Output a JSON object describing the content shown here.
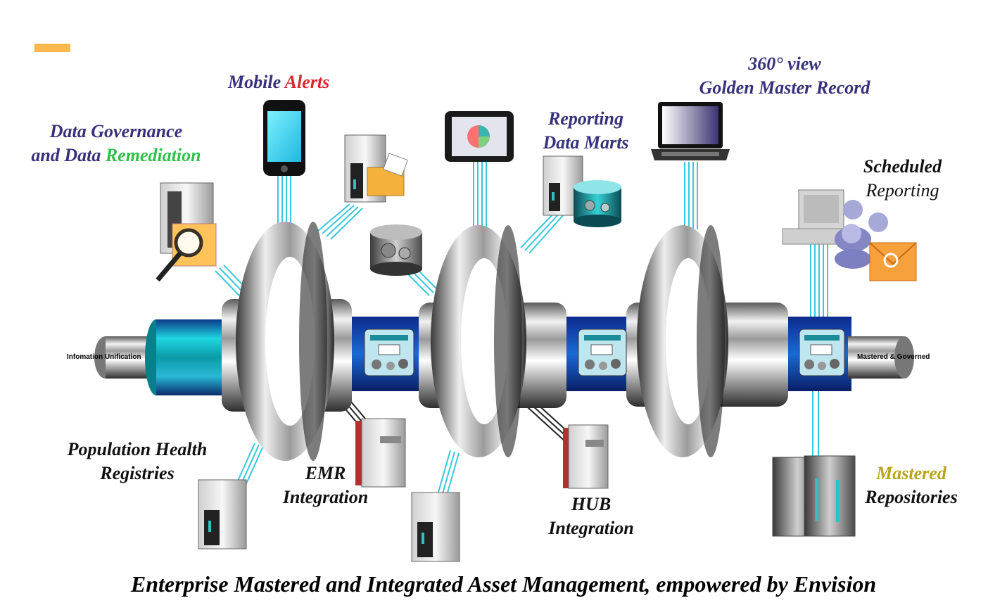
{
  "labels": {
    "data_governance_line1": "Data Governance",
    "data_governance_line2_a": "and Data",
    "data_governance_line2_b": "Remediation",
    "mobile": "Mobile",
    "alerts": "Alerts",
    "reporting_line1": "Reporting",
    "reporting_line2": "Data Marts",
    "view360": "360° view",
    "golden_master": "Golden Master Record",
    "scheduled": "Scheduled",
    "reporting": "Reporting",
    "population_line1": "Population Health",
    "population_line2": "Registries",
    "emr_line1": "EMR",
    "emr_line2": "Integration",
    "hub_line1": "HUB",
    "hub_line2": "Integration",
    "mastered": "Mastered",
    "repositories": "Repositories"
  },
  "shaft": {
    "left_label": "Infomation Unification",
    "right_label": "Mastered & Governed"
  },
  "footer": "Enterprise Mastered and Integrated Asset Management, empowered by Envision",
  "colors": {
    "navy": "#37307a",
    "teal": "#1fb8c4",
    "accent_red": "#d8272b",
    "accent_green": "#2fc14a",
    "accent_gold": "#b8a418"
  }
}
